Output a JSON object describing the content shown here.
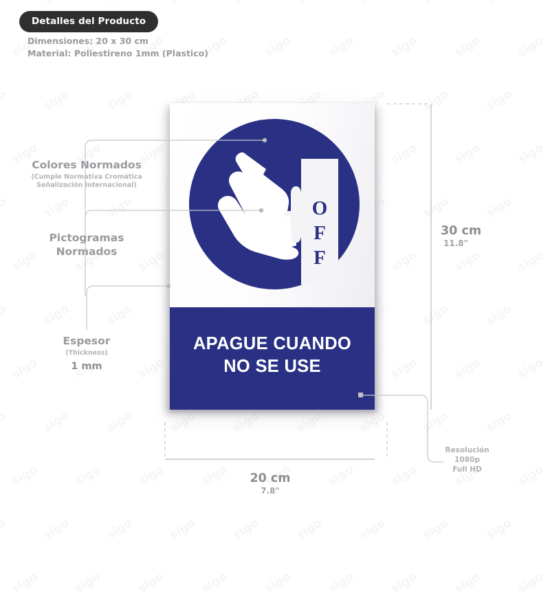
{
  "header": {
    "badge_label": "Detalles del Producto",
    "spec_dimensions": "Dimensiones: 20 x 30 cm",
    "spec_material": "Material: Poliestireno 1mm (Plastico)"
  },
  "sign": {
    "pictogram_name": "hand-pressing-off-switch",
    "off_letters": [
      "O",
      "F",
      "F"
    ],
    "banner_line1": "APAGUE CUANDO",
    "banner_line2": "NO SE USE",
    "blue": "#2a3184",
    "white": "#f4f4f6"
  },
  "annotations": [
    {
      "id": "colores",
      "title": "Colores Normados",
      "sub_line1": "(Cumple Normativa Cromática",
      "sub_line2": "Señalización Internacional)"
    },
    {
      "id": "pictogramas",
      "title_line1": "Pictogramas",
      "title_line2": "Normados"
    },
    {
      "id": "espesor",
      "title": "Espesor",
      "sub": "(Thickness)",
      "value": "1 mm"
    }
  ],
  "dimensions": {
    "height_cm": "30 cm",
    "height_in": "11.8\"",
    "width_cm": "20 cm",
    "width_in": "7.8\""
  },
  "resolution": {
    "label": "Resolución",
    "value": "1080p",
    "quality": "Full HD"
  },
  "watermark": {
    "text": "sigo"
  }
}
